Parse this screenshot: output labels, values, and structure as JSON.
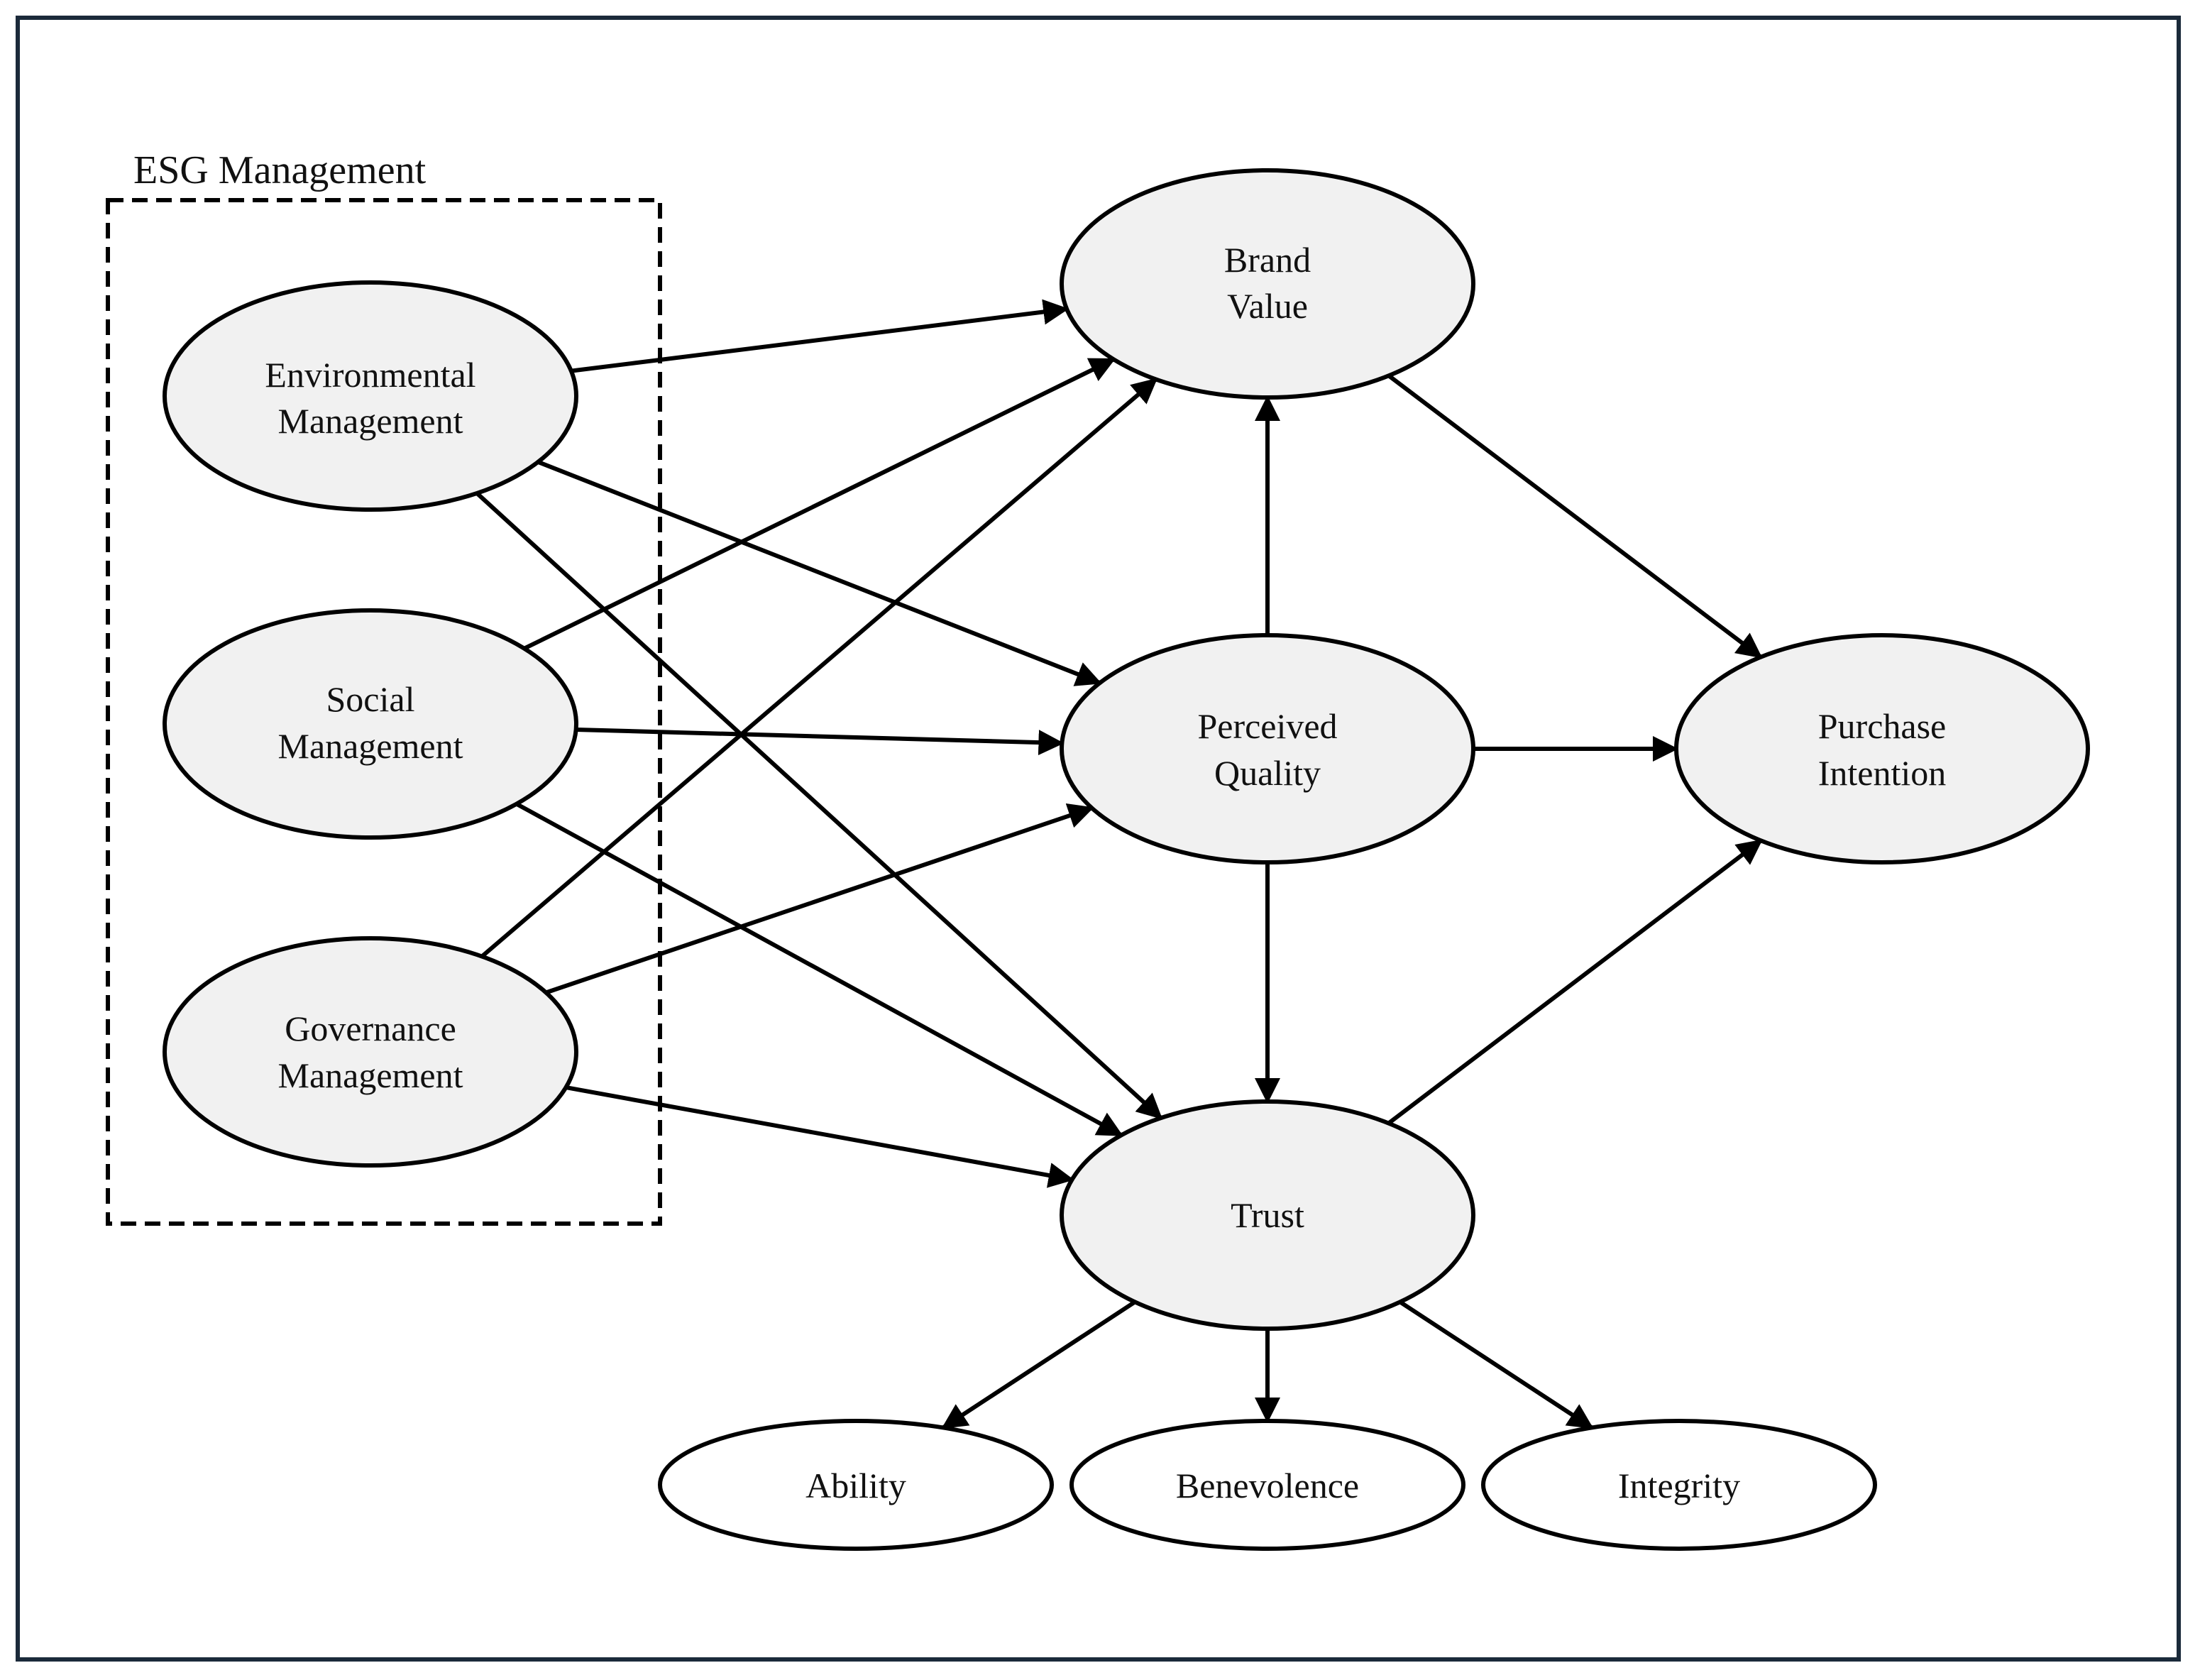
{
  "group": {
    "label": "ESG Management"
  },
  "nodes": {
    "environmental": {
      "lines": [
        "Environmental",
        "Management"
      ]
    },
    "social": {
      "lines": [
        "Social",
        "Management"
      ]
    },
    "governance": {
      "lines": [
        "Governance",
        "Management"
      ]
    },
    "brand_value": {
      "lines": [
        "Brand",
        "Value"
      ]
    },
    "perceived_quality": {
      "lines": [
        "Perceived",
        "Quality"
      ]
    },
    "trust": {
      "lines": [
        "Trust"
      ]
    },
    "purchase_intention": {
      "lines": [
        "Purchase",
        "Intention"
      ]
    },
    "ability": {
      "lines": [
        "Ability"
      ]
    },
    "benevolence": {
      "lines": [
        "Benevolence"
      ]
    },
    "integrity": {
      "lines": [
        "Integrity"
      ]
    }
  },
  "edges": [
    {
      "from": "environmental",
      "to": "brand_value"
    },
    {
      "from": "environmental",
      "to": "perceived_quality"
    },
    {
      "from": "environmental",
      "to": "trust"
    },
    {
      "from": "social",
      "to": "brand_value"
    },
    {
      "from": "social",
      "to": "perceived_quality"
    },
    {
      "from": "social",
      "to": "trust"
    },
    {
      "from": "governance",
      "to": "brand_value"
    },
    {
      "from": "governance",
      "to": "perceived_quality"
    },
    {
      "from": "governance",
      "to": "trust"
    },
    {
      "from": "perceived_quality",
      "to": "brand_value"
    },
    {
      "from": "perceived_quality",
      "to": "trust"
    },
    {
      "from": "perceived_quality",
      "to": "purchase_intention"
    },
    {
      "from": "brand_value",
      "to": "purchase_intention"
    },
    {
      "from": "trust",
      "to": "purchase_intention"
    },
    {
      "from": "trust",
      "to": "ability"
    },
    {
      "from": "trust",
      "to": "benevolence"
    },
    {
      "from": "trust",
      "to": "integrity"
    }
  ],
  "colors": {
    "frame": "#1b2a3a",
    "node_fill_shaded": "#f1f1f1",
    "node_fill_plain": "#ffffff",
    "stroke": "#000000"
  }
}
